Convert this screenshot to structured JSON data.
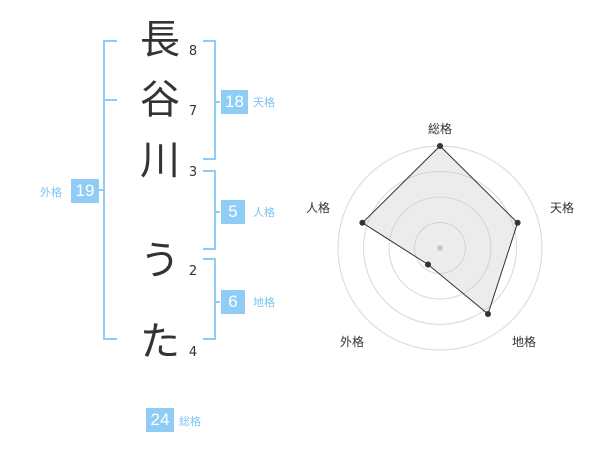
{
  "name_chars": [
    {
      "char": "長",
      "strokes": "8"
    },
    {
      "char": "谷",
      "strokes": "7"
    },
    {
      "char": "川",
      "strokes": "3"
    },
    {
      "char": "う",
      "strokes": "2"
    },
    {
      "char": "た",
      "strokes": "4"
    }
  ],
  "kaku": {
    "tenkaku": {
      "value": "18",
      "label": "天格"
    },
    "jinkaku": {
      "value": "5",
      "label": "人格"
    },
    "chikaku": {
      "value": "6",
      "label": "地格"
    },
    "gaikaku": {
      "value": "19",
      "label": "外格"
    },
    "soukaku": {
      "value": "24",
      "label": "総格"
    }
  },
  "colors": {
    "accent": "#8fcdf7",
    "accent_text": "#7cc4f1",
    "bracket": "#8fcdf7"
  },
  "radar": {
    "axes": [
      "総格",
      "天格",
      "地格",
      "外格",
      "人格"
    ],
    "scores": [
      5,
      4,
      4,
      1,
      4
    ],
    "max": 5,
    "rings": 4
  }
}
